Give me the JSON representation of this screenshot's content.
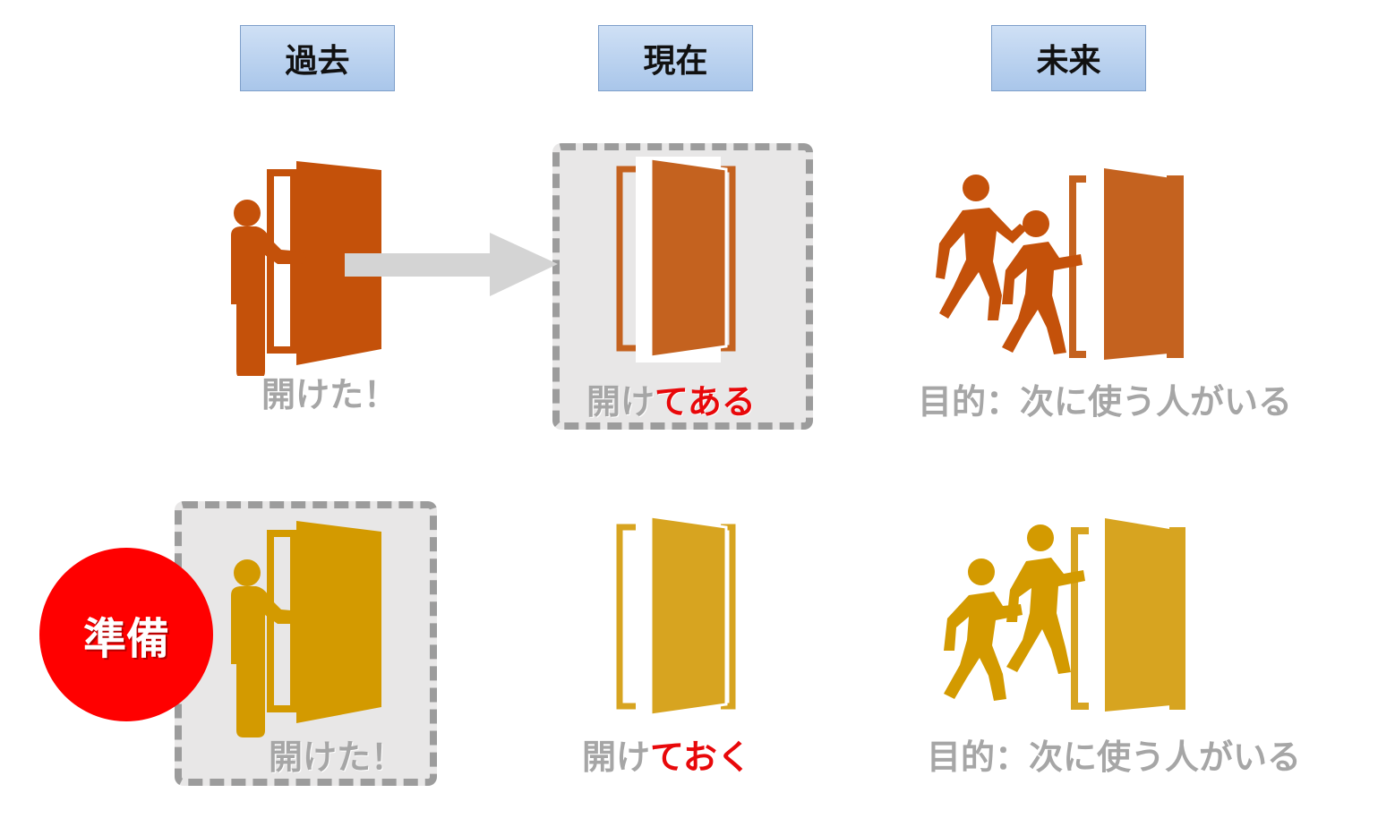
{
  "headers": {
    "past": "過去",
    "present": "現在",
    "future": "未来"
  },
  "row1": {
    "past_label": "開けた！",
    "present_label_prefix": "開け",
    "present_label_emph": "てある",
    "future_label": "目的：次に使う人がいる"
  },
  "row2": {
    "past_label": "開けた！",
    "present_label_prefix": "開け",
    "present_label_emph": "ておく",
    "future_label": "目的：次に使う人がいる"
  },
  "badge": "準備",
  "colors": {
    "row1_icon": "#c4510a",
    "row1_door": "#c4621f",
    "row2_icon": "#d39a00",
    "row2_door": "#d7a420",
    "emphasis": "#e8080a",
    "label_gray": "#a6a6a6",
    "arrow": "#d4d4d4"
  },
  "icons": {
    "row1_past": "person-opening-door-icon",
    "row1_present": "open-door-icon",
    "row1_future": "people-walking-through-door-icon",
    "row2_past": "person-opening-door-icon",
    "row2_present": "open-door-icon",
    "row2_future": "people-walking-through-door-icon"
  }
}
